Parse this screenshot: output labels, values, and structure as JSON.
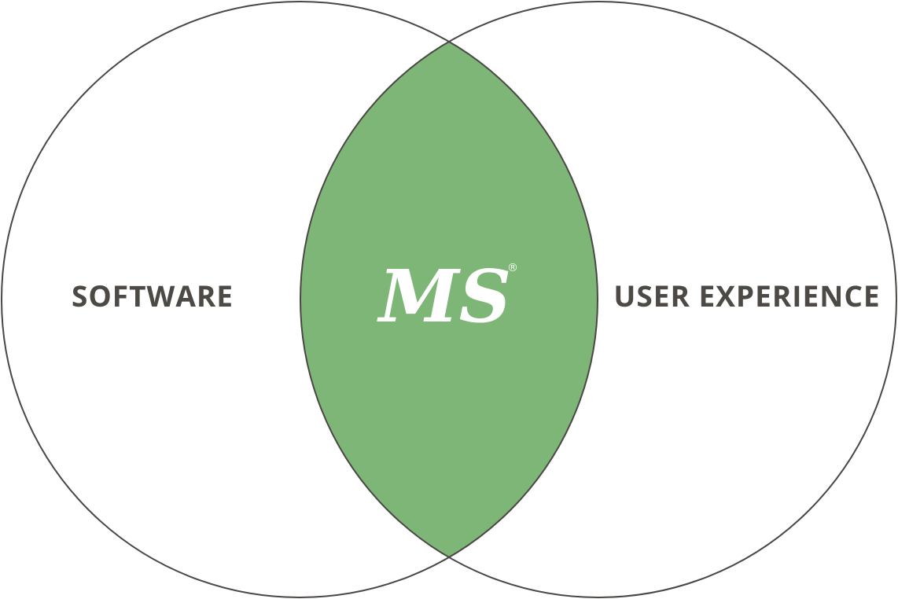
{
  "diagram": {
    "type": "venn",
    "sets": [
      {
        "label": "SOFTWARE"
      },
      {
        "label": "USER EXPERIENCE"
      }
    ],
    "intersection": {
      "logo_text": "MS",
      "registered_mark": "®"
    }
  },
  "colors": {
    "circle_stroke": "#4a4744",
    "intersection_fill": "#7db677",
    "label_text": "#4d4a45",
    "logo_text": "#ffffff"
  }
}
